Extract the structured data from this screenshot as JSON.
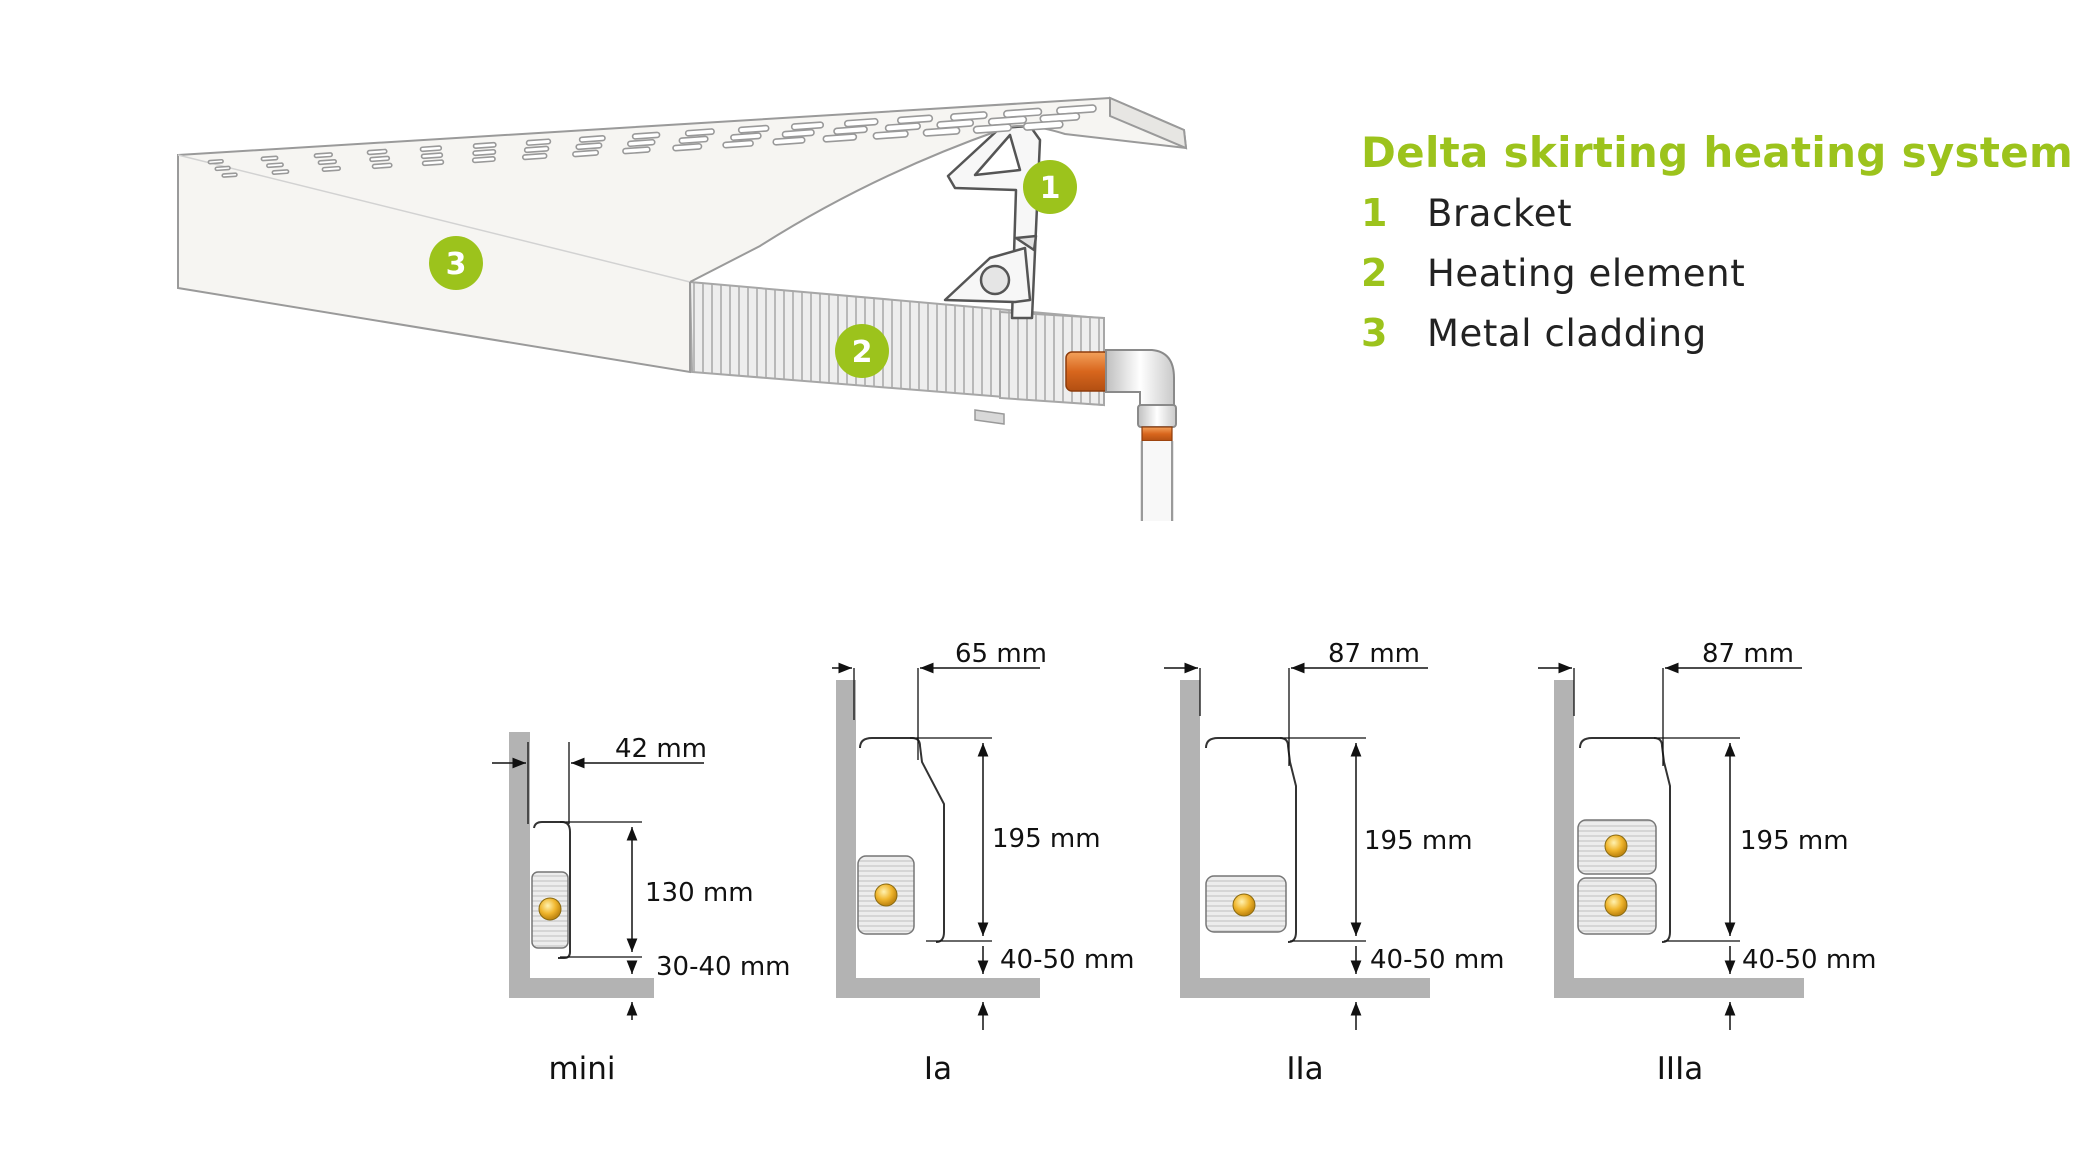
{
  "legend": {
    "title": "Delta skirting heating system",
    "items": [
      {
        "num": "1",
        "label": "Bracket"
      },
      {
        "num": "2",
        "label": "Heating element"
      },
      {
        "num": "3",
        "label": "Metal cladding"
      }
    ]
  },
  "callouts": {
    "bracket": "1",
    "heating_element": "2",
    "cladding": "3"
  },
  "sections": [
    {
      "name": "mini",
      "width": "42 mm",
      "height": "130 mm",
      "floor_gap": "30-40 mm"
    },
    {
      "name": "Ia",
      "width": "65 mm",
      "height": "195 mm",
      "floor_gap": "40-50 mm"
    },
    {
      "name": "IIa",
      "width": "87 mm",
      "height": "195 mm",
      "floor_gap": "40-50 mm"
    },
    {
      "name": "IIIa",
      "width": "87 mm",
      "height": "195 mm",
      "floor_gap": "40-50 mm"
    }
  ],
  "colors": {
    "accent": "#9cc31c",
    "wall": "#b3b3b3",
    "pipe": "#e07b2c",
    "element": "#e6e6e6"
  }
}
